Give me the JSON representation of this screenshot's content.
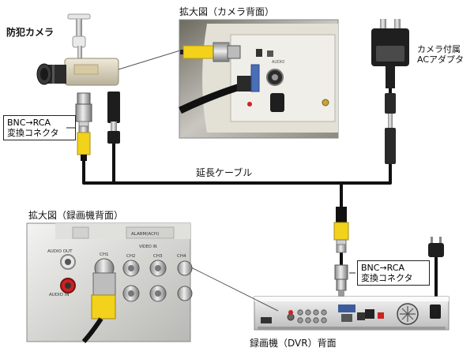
{
  "labels": {
    "camera": "防犯カメラ",
    "camera_back": "拡大図（カメラ背面）",
    "adapter_line1": "カメラ付属",
    "adapter_line2": "ACアダプタ",
    "bnc_rca_top_line1": "BNC→RCA",
    "bnc_rca_top_line2": "変換コネクタ",
    "extension_cable": "延長ケーブル",
    "recorder_back": "拡大図（録画機背面）",
    "bnc_rca_right_line1": "BNC→RCA",
    "bnc_rca_right_line2": "変換コネクタ",
    "dvr_back": "録画機（DVR）背面"
  },
  "photo_text": {
    "audio": "AUDIO",
    "audio_out": "AUDIO OUT",
    "audio_in": "AUDIO IN",
    "alarm": "ALARM(ACH)",
    "ch1": "CH1",
    "ch2": "CH2",
    "ch3": "CH3",
    "ch4": "CH4",
    "video_in": "VIDEO IN"
  },
  "colors": {
    "cable": "#111111",
    "rca_yellow": "#f2d21b",
    "metal": "#c8c8c8",
    "camera_body": "#d9d2bf",
    "dvr_body": "#e6e6e6",
    "leader_line": "#555555"
  }
}
